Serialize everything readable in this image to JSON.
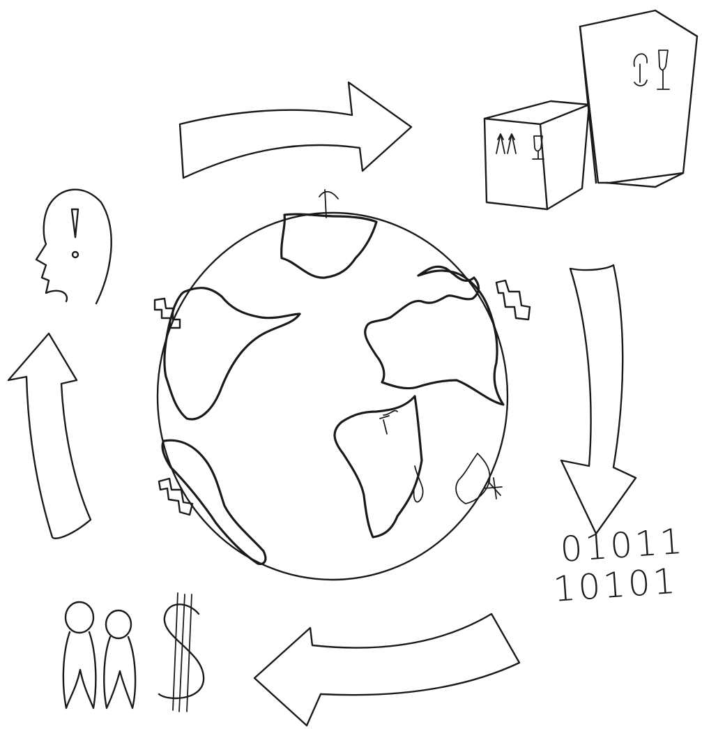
{
  "binary_block": {
    "line_1": "01011",
    "line_2": "10101"
  },
  "icons": {
    "arrow_top": "curved-arrow-right",
    "boxes": "shipping-boxes",
    "arrow_right": "curved-arrow-down",
    "binary": "binary-data",
    "arrow_bottom": "curved-arrow-left",
    "people": "two-people",
    "money": "dollar-sign",
    "arrow_left": "curved-arrow-up",
    "idea": "head-with-exclamation",
    "globe": "world-globe"
  },
  "ink_color": "#1a1a1a",
  "paper_color": "#ffffff"
}
